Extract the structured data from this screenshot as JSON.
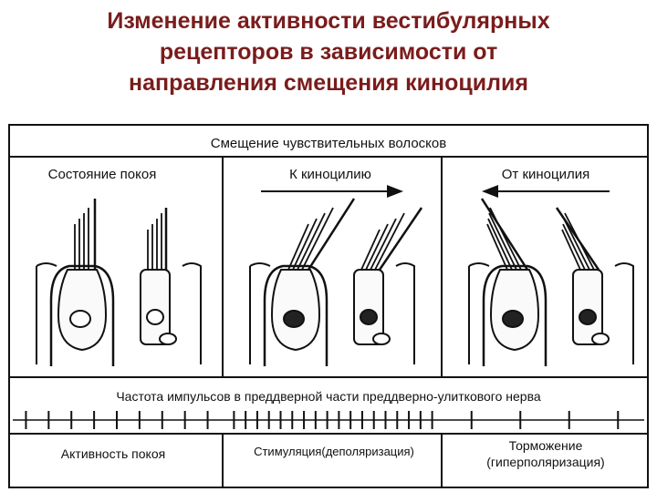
{
  "title_lines": [
    "Изменение активности вестибулярных",
    "рецепторов в зависимости от",
    "направления смещения киноцилия"
  ],
  "header": "Смещение чувствительных волосков",
  "panels": [
    {
      "label": "Состояние покоя",
      "arrow": "none",
      "tilt": "upright",
      "bottom_label": [
        "Активность покоя"
      ]
    },
    {
      "label": "К киноцилию",
      "arrow": "right",
      "tilt": "right",
      "bottom_label": [
        "Стимуляция(деполяризация)"
      ]
    },
    {
      "label": "От киноцилия",
      "arrow": "left",
      "tilt": "left",
      "bottom_label": [
        "Торможение",
        "(гиперполяризация)"
      ]
    }
  ],
  "impulse_title": "Частота импульсов в преддверной части преддверно-улиткового нерва",
  "impulse_counts": [
    9,
    18,
    4
  ]
}
